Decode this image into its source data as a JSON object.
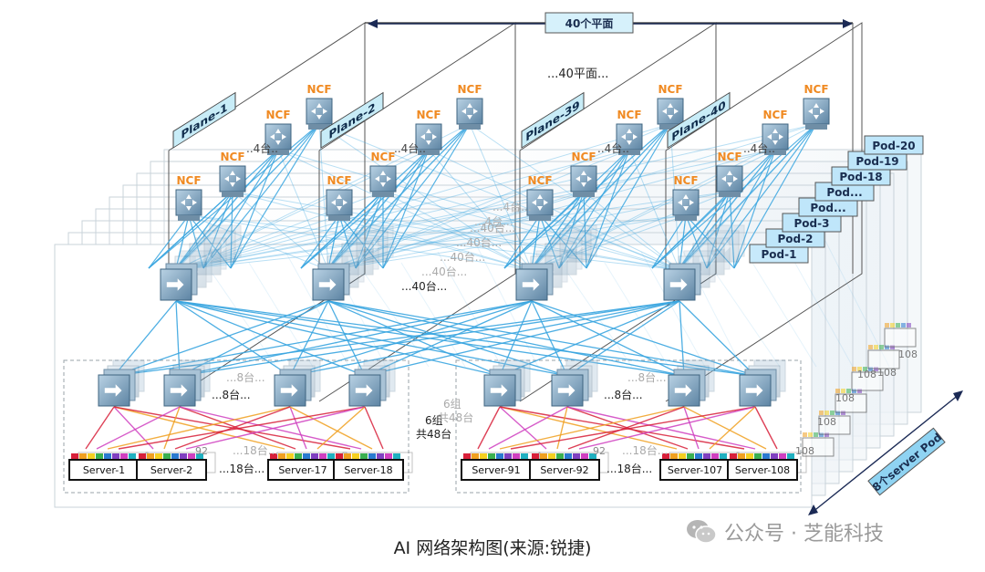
{
  "diagram": {
    "top_label": "40个平面",
    "planes_between": "...40平面...",
    "planes": [
      {
        "label": "Plane-1"
      },
      {
        "label": "Plane-2"
      },
      {
        "label": "Plane-39"
      },
      {
        "label": "Plane-40"
      }
    ],
    "ncf_label": "NCF",
    "ncf_count": "..4台..",
    "ncf_count_faded": "...4台...",
    "spine_count": "...40台...",
    "pods": [
      "Pod-1",
      "Pod-2",
      "Pod-3",
      "Pod...",
      "Pod...",
      "Pod-18",
      "Pod-19",
      "Pod-20"
    ],
    "leaf_count": "...8台...",
    "group_count": "6组",
    "group_total": "共48台",
    "server_count": "...18台...",
    "servers_left": [
      "Server-1",
      "Server-2",
      "Server-17",
      "Server-18"
    ],
    "servers_right": [
      "Server-91",
      "Server-92",
      "Server-107",
      "Server-108"
    ],
    "faded_server_nums": [
      "92",
      "108"
    ],
    "pod_side_label": "8个server Pod",
    "colors": {
      "link": "#3aa6e0",
      "switch": "#8fb3cc",
      "switch_dark": "#4a6f8c",
      "ncf_text": "#f08a22",
      "tag_fill": "#d6f1fb",
      "pod_tag": "#bfe6fa",
      "server_link_red": "#d8203a",
      "server_link_magenta": "#d040c0",
      "server_link_orange": "#f0a020"
    }
  },
  "caption": "AI 网络架构图(来源:锐捷)",
  "watermark": {
    "icon": "wechat-icon",
    "text": "公众号 · 芝能科技"
  }
}
